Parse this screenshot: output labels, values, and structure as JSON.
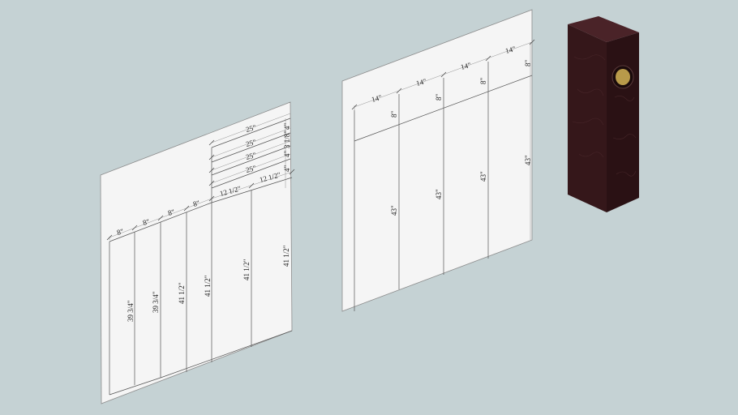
{
  "sheet1": {
    "strip_widths": [
      "8\"",
      "8\"",
      "8\"",
      "8\"",
      "12 1/2\"",
      "12 1/2\""
    ],
    "strip_lengths": [
      "39 3/4\"",
      "39 3/4\"",
      "41 1/2\"",
      "41 1/2\"",
      "41 1/2\"",
      "41 1/2\""
    ],
    "top_pieces": [
      {
        "length": "25\"",
        "width": "4\""
      },
      {
        "length": "25\"",
        "width": "3 1/8\""
      },
      {
        "length": "25\"",
        "width": "4\""
      },
      {
        "length": "25\"",
        "width": "4\""
      }
    ]
  },
  "sheet2": {
    "column_widths": [
      "14\"",
      "14\"",
      "14\"",
      "14\""
    ],
    "top_heights": [
      "8\"",
      "8\"",
      "8\"",
      "8\""
    ],
    "bottom_heights": [
      "43\"",
      "43\"",
      "43\"",
      "43\""
    ]
  },
  "speaker": {
    "body_color": "#35171a",
    "side_color": "#2a1114",
    "top_color": "#4a2328",
    "driver_color": "#b89a4a"
  }
}
